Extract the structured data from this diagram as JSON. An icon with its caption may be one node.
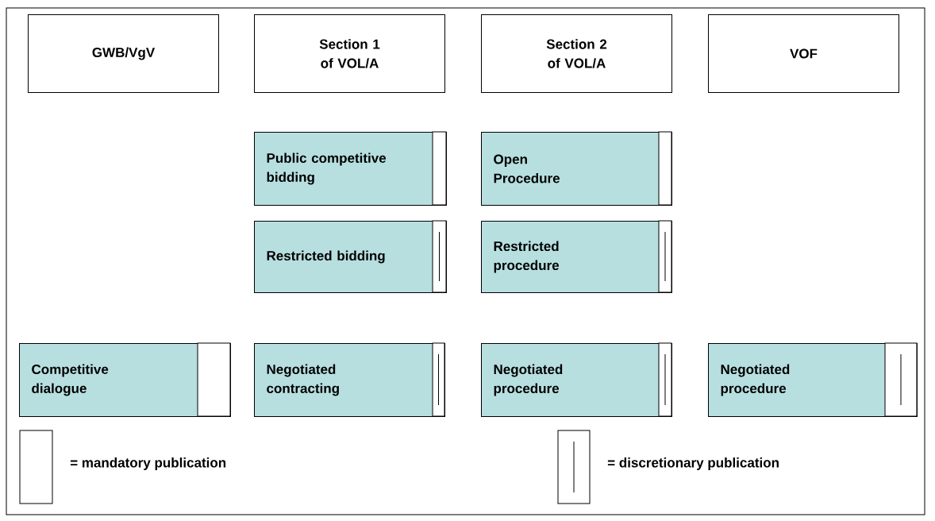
{
  "diagram": {
    "nodes": [
      {
        "text": [
          "GWB/VgV"
        ]
      },
      {
        "text": [
          "Section 1 of VOL/A"
        ]
      },
      {
        "text": [
          "Section 2 of VOL/A"
        ]
      },
      {
        "text": [
          "VOF"
        ]
      },
      {
        "text": [
          "Public competitive bidding"
        ]
      },
      {
        "text": [
          "Open Procedure"
        ]
      },
      {
        "text": [
          "Restricted bidding"
        ]
      },
      {
        "text": [
          "Restricted procedure"
        ]
      },
      {
        "text": [
          "Competitive dialogue"
        ]
      },
      {
        "text": [
          "Negotiated contracting"
        ]
      },
      {
        "text": [
          "Negotiated procedure"
        ]
      },
      {
        "text": [
          "Negotiated procedure"
        ]
      }
    ],
    "legend": [
      {
        "text": "= mandatory publication"
      },
      {
        "text": "= discretionary publication"
      }
    ]
  }
}
